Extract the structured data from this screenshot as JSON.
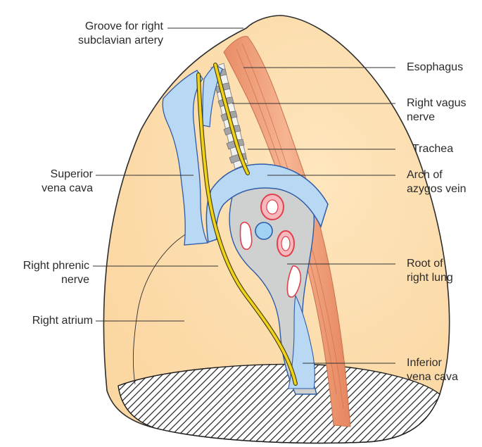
{
  "labels": {
    "groove_line1": "Groove for right",
    "groove_line2": "subclavian artery",
    "superior_line1": "Superior",
    "superior_line2": "vena cava",
    "phrenic_line1": "Right phrenic",
    "phrenic_line2": "nerve",
    "atrium": "Right atrium",
    "esophagus": "Esophagus",
    "vagus_line1": "Right vagus",
    "vagus_line2": "nerve",
    "trachea": "Trachea",
    "arch_line1": "Arch of",
    "arch_line2": "azygos vein",
    "root_line1": "Root of",
    "root_line2": "right lung",
    "ivc_line1": "Inferior",
    "ivc_line2": "vena cava"
  },
  "colors": {
    "lung_fill": "#fddfae",
    "lung_outline": "#2e2e2e",
    "esophagus": "#f0a27e",
    "vein": "#b8d8f4",
    "vein_outline": "#2f5ca8",
    "nerve": "#f2d11c",
    "hilum_fill": "#cfd0d0",
    "artery": "#e0404c",
    "trachea_ring": "#9a9a9a"
  }
}
